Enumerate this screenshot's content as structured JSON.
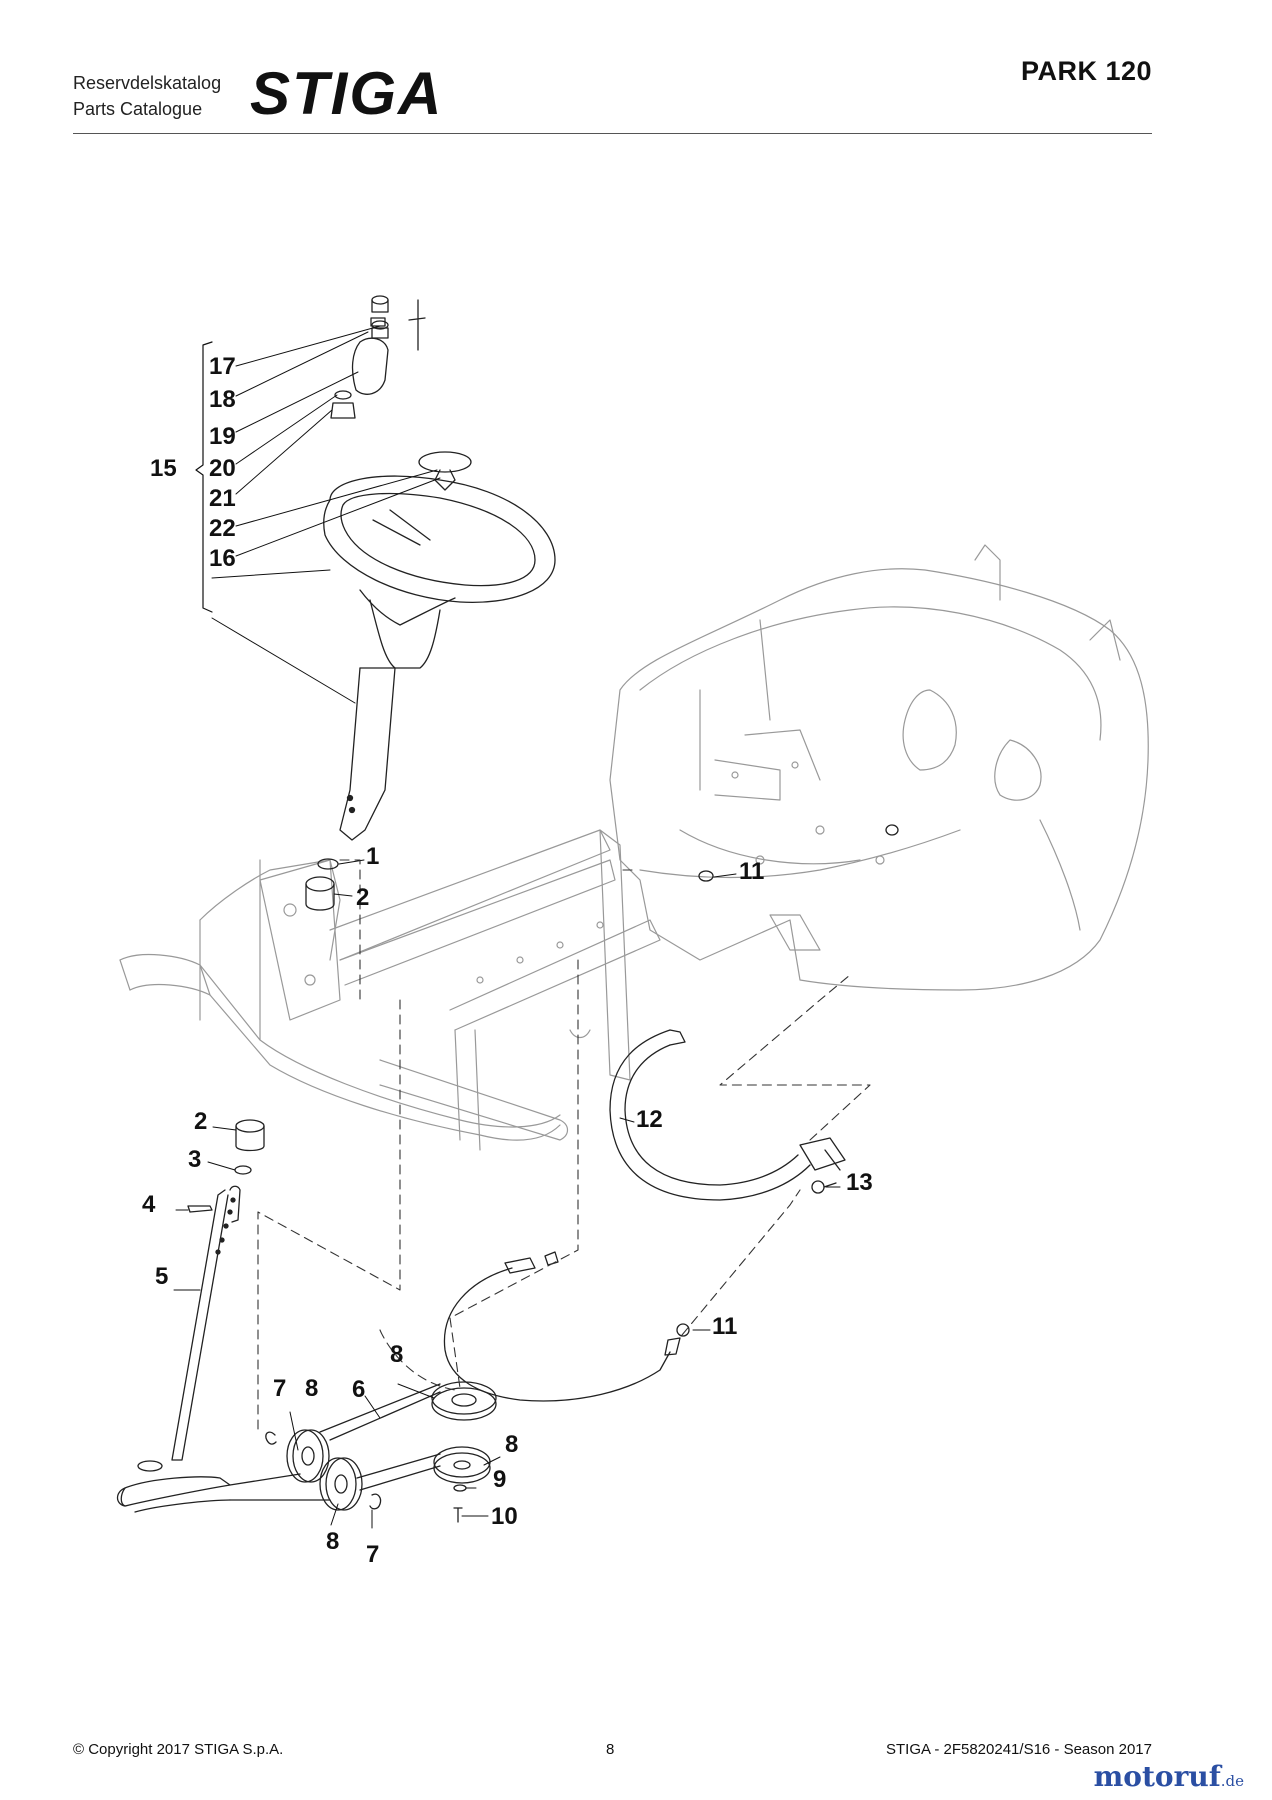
{
  "header": {
    "line1": "Reservdelskatalog",
    "line2": "Parts Catalogue",
    "brand": "STIGA",
    "model": "PARK 120"
  },
  "callouts": {
    "c1": "1",
    "c2a": "2",
    "c2b": "2",
    "c3": "3",
    "c4": "4",
    "c5": "5",
    "c6": "6",
    "c7a": "7",
    "c7b": "7",
    "c8a": "8",
    "c8b": "8",
    "c8c": "8",
    "c8d": "8",
    "c9": "9",
    "c10": "10",
    "c11a": "11",
    "c11b": "11",
    "c12": "12",
    "c13": "13",
    "c15": "15",
    "c16": "16",
    "c17": "17",
    "c18": "18",
    "c19": "19",
    "c20": "20",
    "c21": "21",
    "c22": "22"
  },
  "footer": {
    "copyright": "© Copyright 2017 STIGA S.p.A.",
    "page": "8",
    "code": "STIGA - 2F5820241/S16 - Season 2017"
  },
  "watermark": {
    "name": "motoruf",
    "domain": ".de"
  }
}
